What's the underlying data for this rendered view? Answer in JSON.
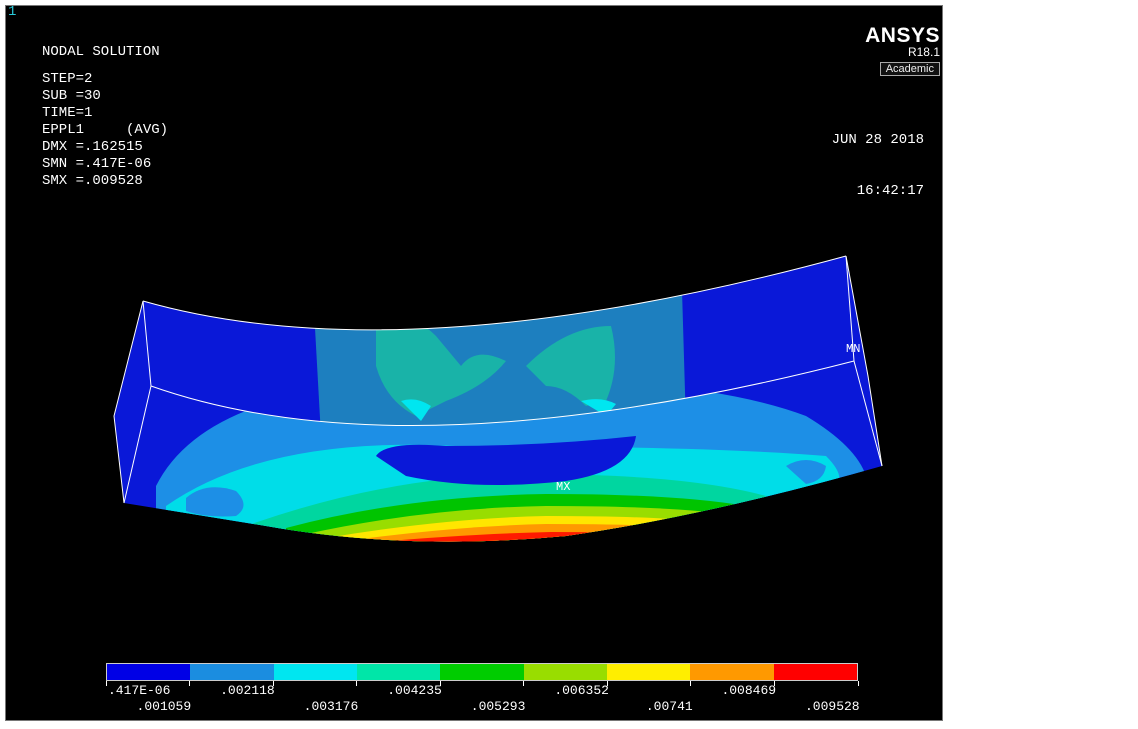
{
  "window_number": "1",
  "plot_title": "NODAL SOLUTION",
  "params": [
    "STEP=2",
    "SUB =30",
    "TIME=1",
    "EPPL1     (AVG)",
    "DMX =.162515",
    "SMN =.417E-06",
    "SMX =.009528"
  ],
  "brand": {
    "name": "ANSYS",
    "version": "R18.1",
    "license": "Academic"
  },
  "date": "JUN 28 2018",
  "time": "16:42:17",
  "markers": {
    "max": "MX",
    "min": "MN"
  },
  "legend": {
    "colors": [
      "#0000e6",
      "#1b8de0",
      "#00e6f0",
      "#00e6a8",
      "#00cc00",
      "#99dd00",
      "#ffee00",
      "#ff9900",
      "#ff0000"
    ],
    "labels": [
      ".417E-06",
      ".001059",
      ".002118",
      ".003176",
      ".004235",
      ".005293",
      ".006352",
      ".00741",
      ".008469",
      ".009528"
    ]
  }
}
